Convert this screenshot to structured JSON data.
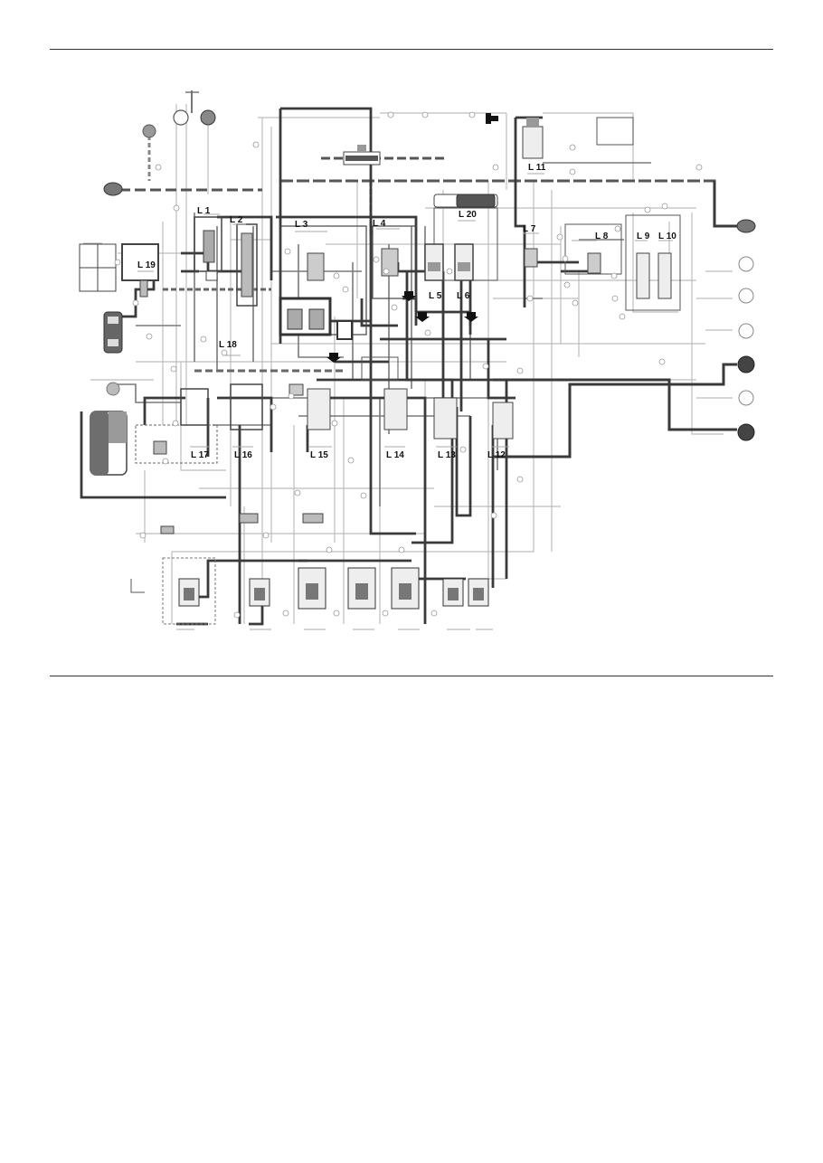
{
  "colors": {
    "line_dark": "#3a3a3a",
    "line_mid": "#7a7a7a",
    "line_light": "#bdbdbd",
    "fill_dark": "#555555",
    "fill_mid": "#9a9a9a"
  },
  "valve_labels": [
    {
      "id": "L1",
      "text": "L 1"
    },
    {
      "id": "L2",
      "text": "L 2"
    },
    {
      "id": "L3",
      "text": "L 3"
    },
    {
      "id": "L4",
      "text": "L 4"
    },
    {
      "id": "L5",
      "text": "L 5"
    },
    {
      "id": "L6",
      "text": "L 6"
    },
    {
      "id": "L7",
      "text": "L 7"
    },
    {
      "id": "L8",
      "text": "L 8"
    },
    {
      "id": "L9",
      "text": "L 9"
    },
    {
      "id": "L10",
      "text": "L 10"
    },
    {
      "id": "L11",
      "text": "L 11"
    },
    {
      "id": "L12",
      "text": "L 12"
    },
    {
      "id": "L13",
      "text": "L 13"
    },
    {
      "id": "L14",
      "text": "L 14"
    },
    {
      "id": "L15",
      "text": "L 15"
    },
    {
      "id": "L16",
      "text": "L 16"
    },
    {
      "id": "L17",
      "text": "L 17"
    },
    {
      "id": "L18",
      "text": "L 18"
    },
    {
      "id": "L19",
      "text": "L 19"
    },
    {
      "id": "L20",
      "text": "L 20"
    }
  ]
}
